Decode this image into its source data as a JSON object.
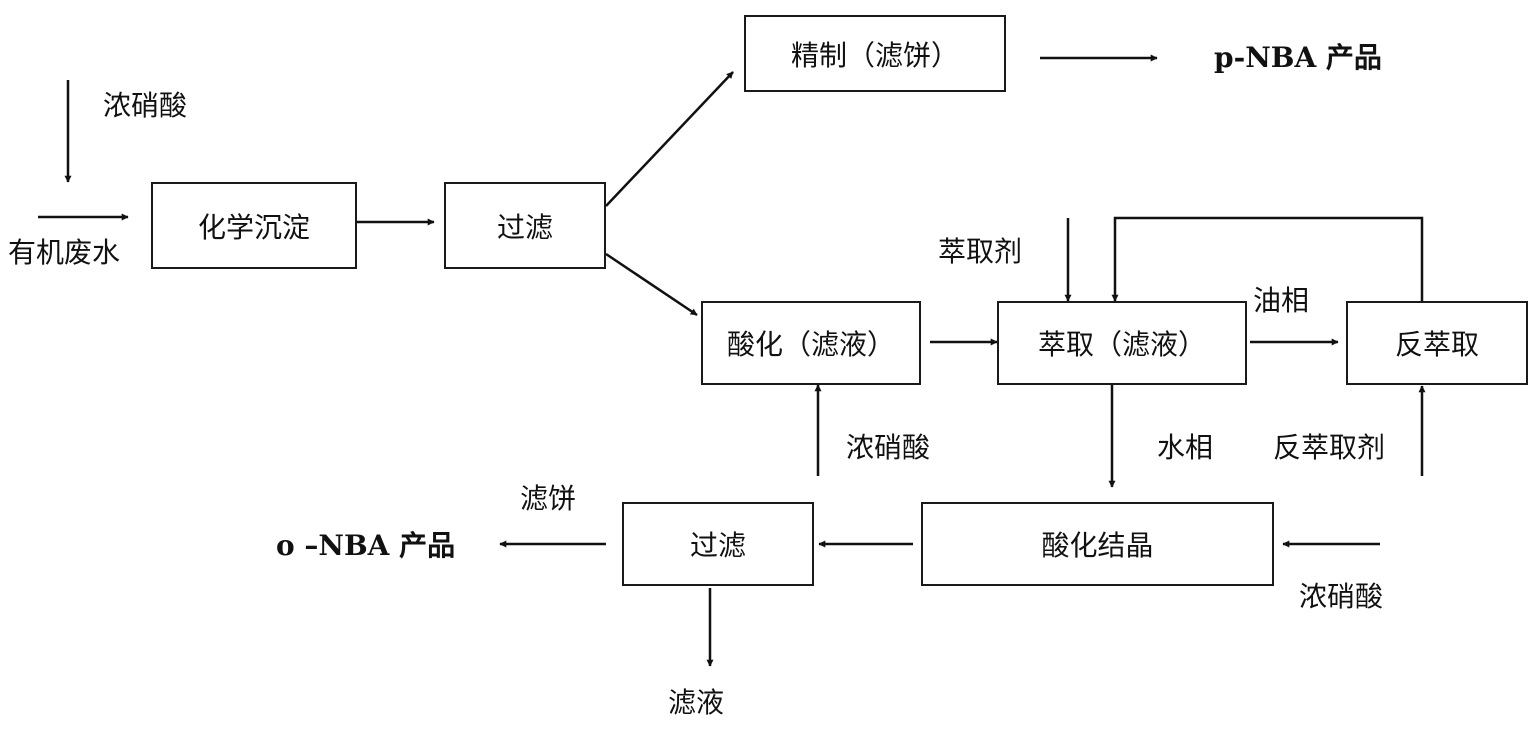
{
  "boxes": {
    "precipitation": "化学沉淀",
    "filter1": "过滤",
    "refine": "精制（滤饼）",
    "acidify": "酸化（滤液）",
    "extract": "萃取（滤液）",
    "back_extract": "反萃取",
    "acid_crystal": "酸化结晶",
    "filter2": "过滤"
  },
  "labels": {
    "nitric_top": "浓硝酸",
    "wastewater": "有机废水",
    "p_nba": "p-NBA 产品",
    "extractant": "萃取剂",
    "oil_phase": "油相",
    "nitric_mid": "浓硝酸",
    "water_phase": "水相",
    "back_extractant": "反萃取剂",
    "filter_cake": "滤饼",
    "o_nba": "o –NBA 产品",
    "nitric_bottom": "浓硝酸",
    "filtrate": "滤液"
  }
}
